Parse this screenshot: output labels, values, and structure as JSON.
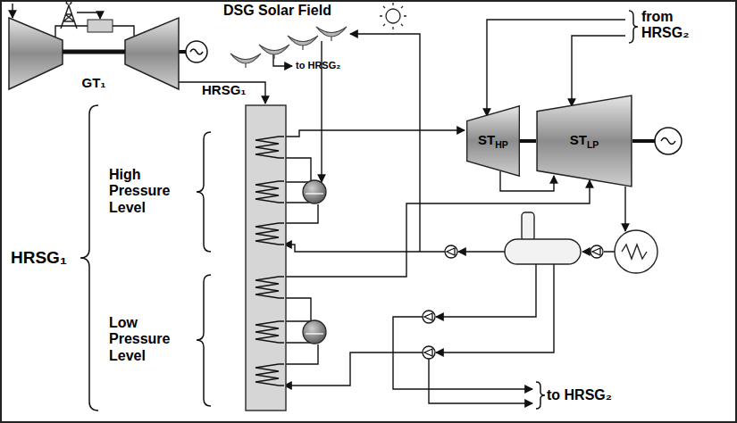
{
  "diagram": {
    "nodes": [
      {
        "text": [
          "GT₁"
        ]
      },
      {
        "text": [
          "STHP"
        ]
      },
      {
        "text": [
          "STLP"
        ]
      }
    ],
    "edges": [
      {
        "from": 1,
        "to": 2,
        "arrow": "none"
      }
    ],
    "labels": [
      "DSG Solar Field",
      "to HRSG₂",
      "HRSG₁",
      "from HRSG₂",
      "High Pressure Level",
      "Low Pressure Level",
      "HRSG₁",
      "to HRSG₂"
    ]
  }
}
